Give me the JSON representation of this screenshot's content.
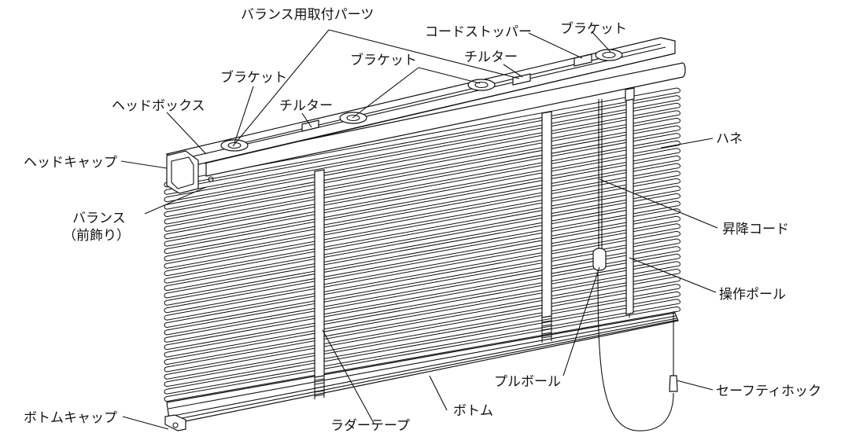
{
  "labels": {
    "balance_mount_parts": "バランス用取付パーツ",
    "cord_stopper": "コードストッパー",
    "bracket_top_right": "ブラケット",
    "tilter_top": "チルター",
    "bracket_mid": "ブラケット",
    "bracket_left": "ブラケット",
    "tilter_left": "チルター",
    "head_box": "ヘッドボックス",
    "head_cap": "ヘッドキャップ",
    "valance_line1": "バランス",
    "valance_line2": "（前飾り）",
    "slat": "ハネ",
    "lift_cord": "昇降コード",
    "operation_pole": "操作ポール",
    "pull_ball": "プルボール",
    "safety_hook": "セーフティホック",
    "bottom": "ボトム",
    "ladder_tape": "ラダーテープ",
    "bottom_cap": "ボトムキャップ"
  }
}
